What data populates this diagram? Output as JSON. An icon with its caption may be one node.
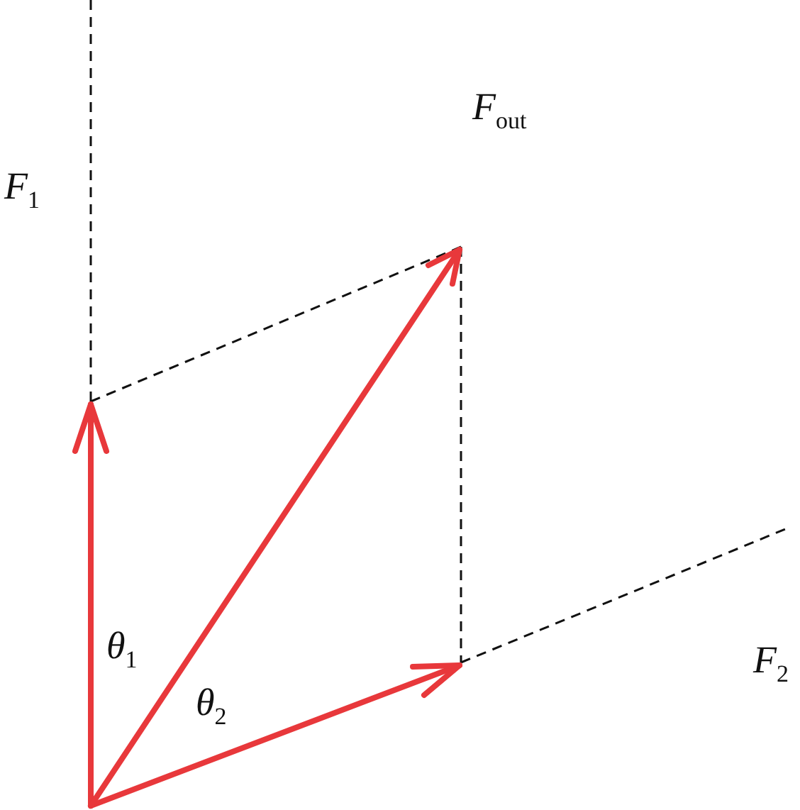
{
  "diagram": {
    "labels": [
      "F$_{out}$",
      "F$_{1}$",
      "θ$_{1}$",
      "F$_{2}$",
      "θ$_{2}$"
    ]
  }
}
